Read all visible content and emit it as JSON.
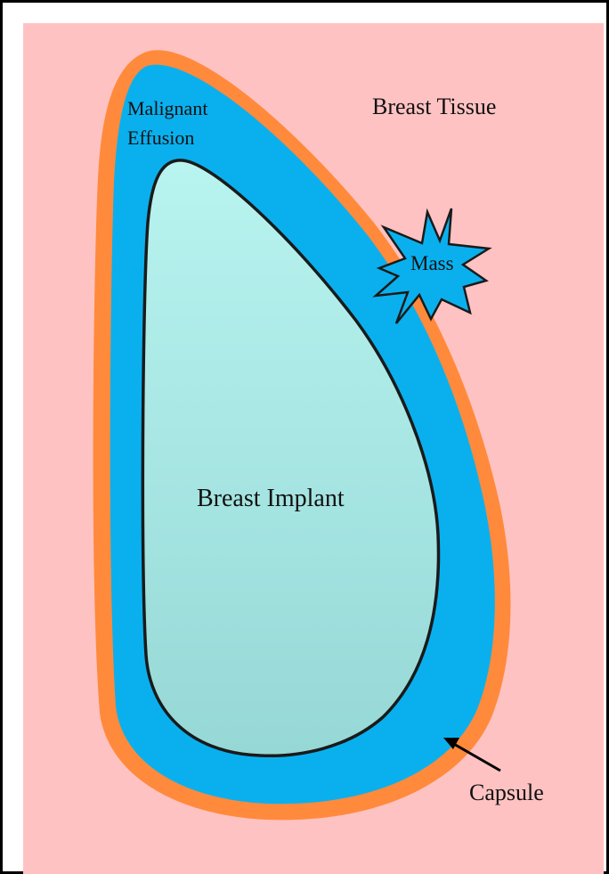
{
  "labels": {
    "breast_tissue": "Breast Tissue",
    "malignant_effusion_line1": "Malignant",
    "malignant_effusion_line2": "Effusion",
    "mass": "Mass",
    "breast_implant": "Breast Implant",
    "capsule": "Capsule"
  },
  "colors": {
    "border": "#000000",
    "breast_tissue": "#ffc2c2",
    "capsule": "#ff8a3c",
    "effusion": "#0ab0ee",
    "mass": "#0ab0ee",
    "implant_top": "#b8f4f0",
    "implant_bottom": "#96d8d6",
    "outline": "#1a1a1a"
  }
}
